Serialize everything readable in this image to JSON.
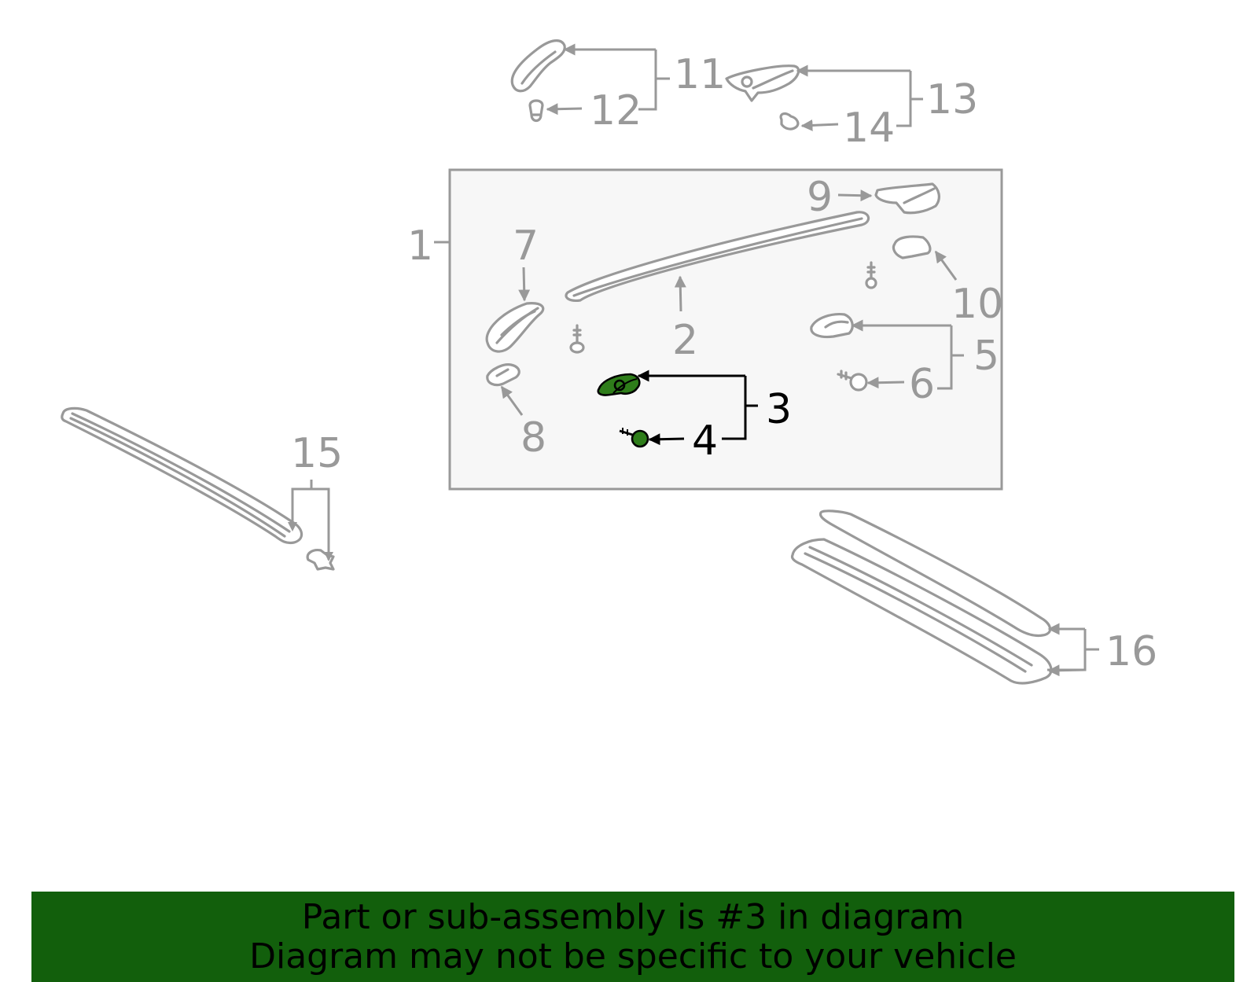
{
  "diagram": {
    "callouts": {
      "c1": "1",
      "c2": "2",
      "c3": "3",
      "c4": "4",
      "c5": "5",
      "c6": "6",
      "c7": "7",
      "c8": "8",
      "c9": "9",
      "c10": "10",
      "c11": "11",
      "c12": "12",
      "c13": "13",
      "c14": "14",
      "c15": "15",
      "c16": "16"
    },
    "highlighted_part": "3",
    "highlight_color": "#2e7d1a",
    "part_color": "#999999"
  },
  "footer": {
    "line1": "Part or sub-assembly is #3 in diagram",
    "line2": "Diagram may not be specific to your vehicle",
    "background": "#125f0c"
  }
}
